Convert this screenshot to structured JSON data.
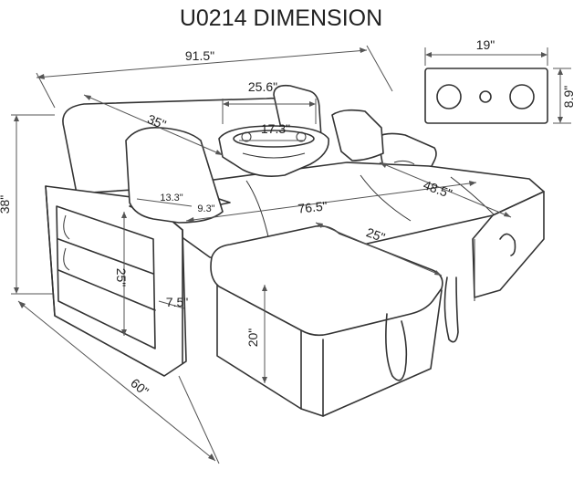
{
  "title": "U0214 DIMENSION",
  "dimensions": {
    "overall_width": "91.5\"",
    "depth": "60\"",
    "height": "38\"",
    "back_span": "35\"",
    "console_width": "25.6\"",
    "console_inner": "17.3\"",
    "arm_tray_a": "13.3\"",
    "arm_tray_b": "9.3\"",
    "seat_width": "76.5\"",
    "chaise_depth": "48.5\"",
    "ottoman_width": "25\"",
    "shelf_height": "25\"",
    "arm_width": "7.5\"",
    "ottoman_height": "20\"",
    "panel_width": "19\"",
    "panel_height": "8.9\""
  },
  "colors": {
    "ink": "#333333",
    "background": "#ffffff"
  }
}
